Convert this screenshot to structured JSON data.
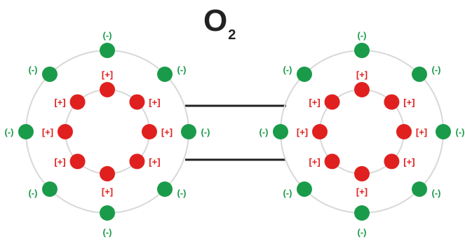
{
  "title": {
    "main": "O",
    "subscript": "2"
  },
  "colors": {
    "electron": "#1a9b4a",
    "proton": "#e0201f",
    "orbit": "#d8d8d8",
    "bond": "#222222"
  },
  "labels": {
    "electron": "(-)",
    "proton": "[+]"
  },
  "atoms": [
    {
      "name": "atom-left",
      "outer_electrons": 8,
      "inner_protons": 8
    },
    {
      "name": "atom-right",
      "outer_electrons": 8,
      "inner_protons": 8
    }
  ],
  "bonds": {
    "count": 2
  }
}
